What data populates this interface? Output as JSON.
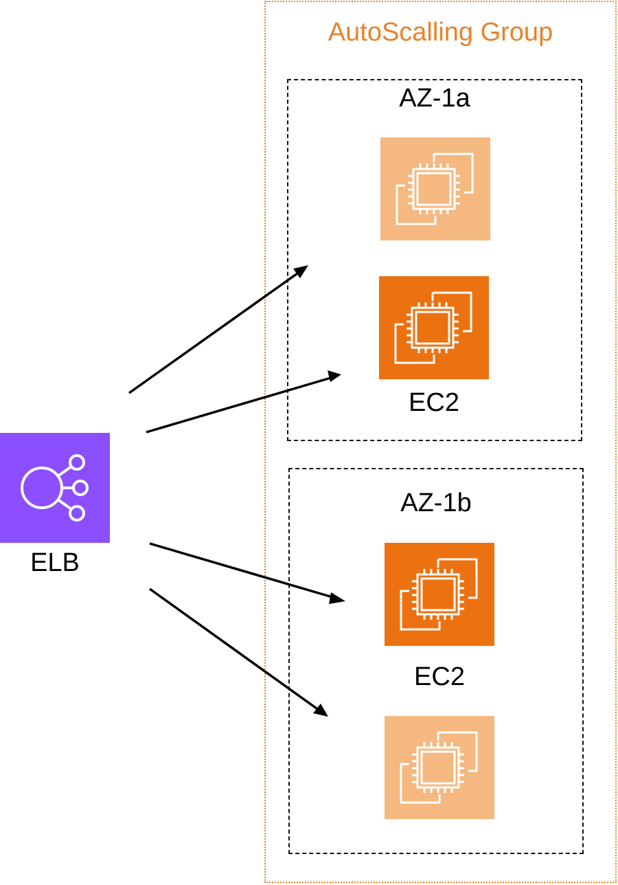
{
  "autoscaling_group": {
    "title": "AutoScalling Group",
    "color": "#e8822a"
  },
  "availability_zones": [
    {
      "label": "AZ-1a"
    },
    {
      "label": "AZ-1b"
    }
  ],
  "load_balancer": {
    "label": "ELB",
    "icon": "elb-icon",
    "color": "#8c4fff"
  },
  "instances": [
    {
      "icon": "ec2-icon",
      "state": "faded",
      "color": "#f5b880",
      "label": ""
    },
    {
      "icon": "ec2-icon",
      "state": "active",
      "color": "#ec7211",
      "label": "EC2"
    },
    {
      "icon": "ec2-icon",
      "state": "active",
      "color": "#ec7211",
      "label": "EC2"
    },
    {
      "icon": "ec2-icon",
      "state": "faded",
      "color": "#f5b880",
      "label": ""
    }
  ]
}
